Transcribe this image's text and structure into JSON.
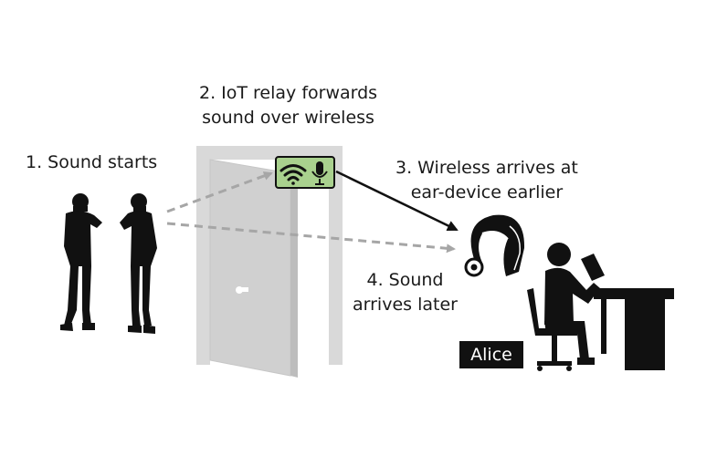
{
  "steps": {
    "sound_starts": "1. Sound starts",
    "relay_line1": "2. IoT relay forwards",
    "relay_line2": "sound over wireless",
    "wireless_line1": "3. Wireless arrives at",
    "wireless_line2": "ear-device earlier",
    "later_line1": "4. Sound",
    "later_line2": "arrives later"
  },
  "listener_name": "Alice",
  "colors": {
    "relay_fill": "#a9d18e",
    "door": "#d9d9d9",
    "silhouette": "#111111",
    "dashed_arrow": "#a6a6a6",
    "wireless_arrow": "#111111"
  },
  "icons": [
    "wifi-icon",
    "microphone-icon",
    "hearing-aid-icon"
  ]
}
